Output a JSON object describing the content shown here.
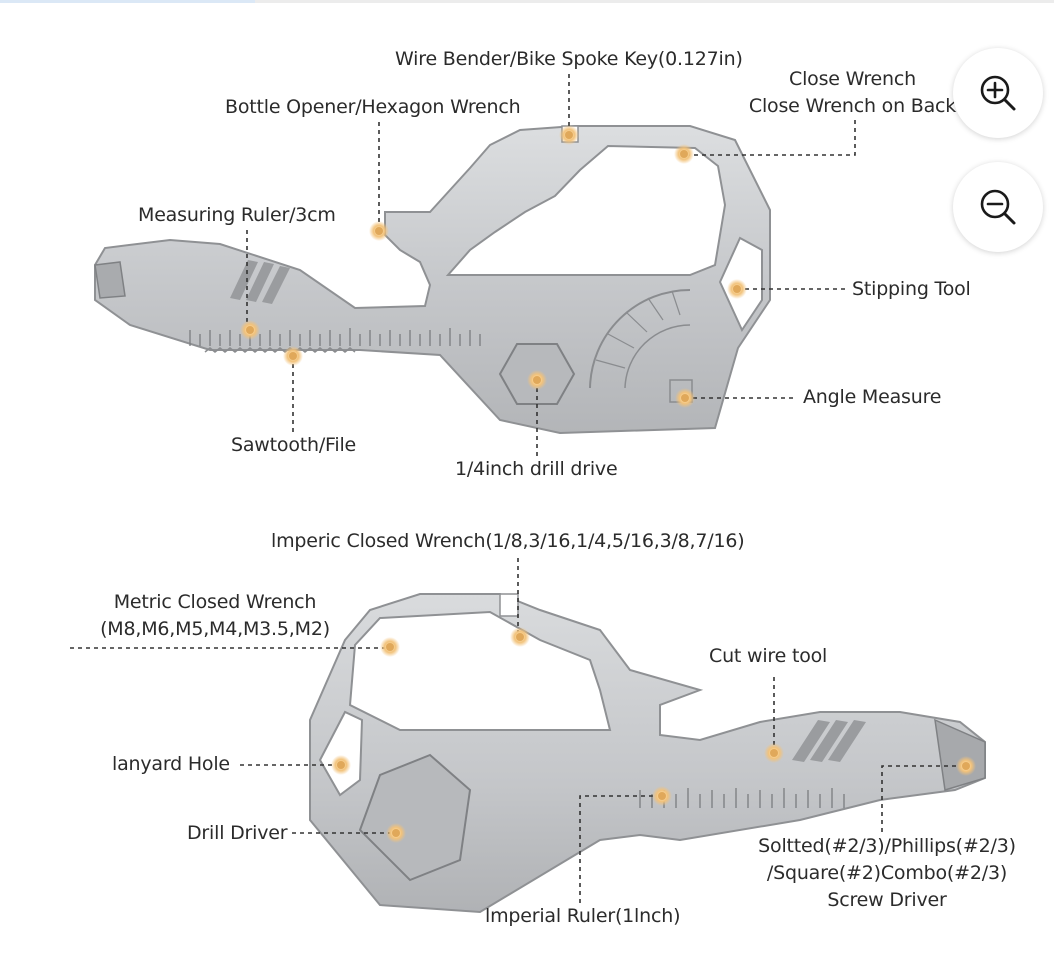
{
  "diagram": {
    "top_tool_labels": {
      "wire_bender": "Wire Bender/Bike Spoke Key(0.127in)",
      "close_wrench_line1": "Close Wrench",
      "close_wrench_line2": "Close Wrench on Back",
      "bottle_opener": "Bottle Opener/Hexagon Wrench",
      "measuring_ruler": "Measuring Ruler/3cm",
      "stripping_tool": "Stipping Tool",
      "angle_measure": "Angle Measure",
      "sawtooth": "Sawtooth/File",
      "drill_drive": "1/4inch drill drive"
    },
    "bottom_tool_labels": {
      "imperial_wrench": "lmperic Closed Wrench(1/8,3/16,1/4,5/16,3/8,7/16)",
      "metric_wrench_line1": "Metric Closed Wrench",
      "metric_wrench_line2": "(M8,M6,M5,M4,M3.5,M2)",
      "cut_wire": "Cut wire tool",
      "lanyard_hole": "lanyard Hole",
      "drill_driver": "Drill Driver",
      "screw_driver_line1": "Soltted(#2/3)/Phillips(#2/3)",
      "screw_driver_line2": "/Square(#2)Combo(#2/3)",
      "screw_driver_line3": "Screw Driver",
      "imperial_ruler": "lmperial Ruler(1lnch)"
    }
  },
  "zoom_controls": {
    "zoom_in_icon": "zoom-in-magnifier",
    "zoom_out_icon": "zoom-out-magnifier"
  },
  "colors": {
    "tool_metal": "#c9cbce",
    "tool_edge": "#8f9194",
    "marker_dot": "#e0a85a",
    "leader_line": "#333333"
  }
}
